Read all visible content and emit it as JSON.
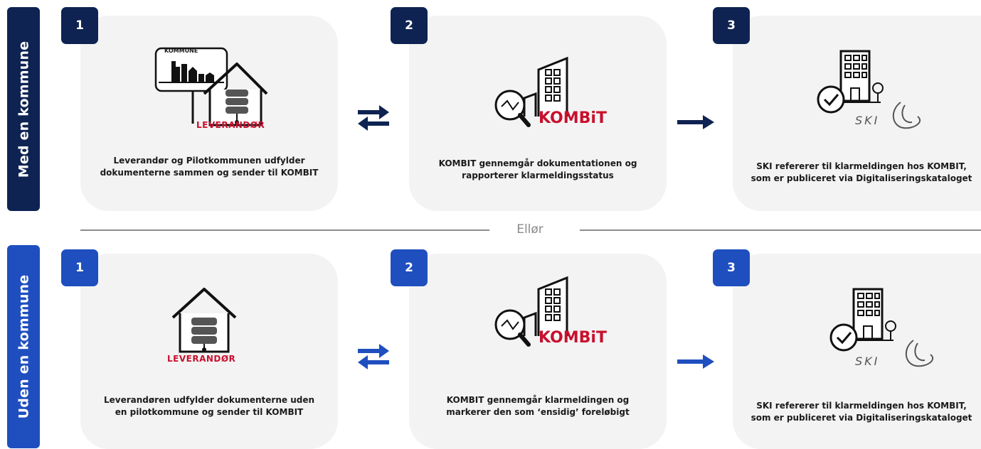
{
  "rows": [
    {
      "side_label": "Med en kommune",
      "steps": [
        {
          "number": "1",
          "caption": "Leverandør og Pilotkommunen udfylder\ndokumenterne sammen og sender til KOMBIT",
          "icon_label": "LEVERANDØR",
          "sign_label": "KOMMUNE"
        },
        {
          "number": "2",
          "caption": "KOMBIT gennemgår dokumentationen og\nrapporterer klarmeldingsstatus",
          "logo": "KOMBiT"
        },
        {
          "number": "3",
          "caption": "SKI refererer til klarmeldingen hos KOMBIT,\nsom er publiceret via Digitaliseringskataloget",
          "logo": "SKI"
        }
      ]
    },
    {
      "side_label": "Uden en kommune",
      "steps": [
        {
          "number": "1",
          "caption": "Leverandøren udfylder dokumenterne uden\nen pilotkommune og sender til KOMBIT",
          "icon_label": "LEVERANDØR"
        },
        {
          "number": "2",
          "caption": "KOMBIT gennemgår klarmeldingen og\nmarkerer den som ‘ensidig’ foreløbigt",
          "logo": "KOMBiT"
        },
        {
          "number": "3",
          "caption": "SKI refererer til klarmeldingen hos KOMBIT,\nsom er publiceret via Digitaliseringskataloget",
          "logo": "SKI"
        }
      ]
    }
  ],
  "divider_text": "Ellør",
  "colors": {
    "dark_navy": "#0f2352",
    "bright_blue": "#1f4fbf",
    "kombit_red": "#c8102e",
    "card_bg": "#f3f3f3"
  },
  "icons": [
    "house-server-icon",
    "kommune-sign-icon",
    "swap-arrows-icon",
    "magnifier-building-icon",
    "right-arrow-icon",
    "building-check-icon",
    "ski-logo-icon"
  ]
}
